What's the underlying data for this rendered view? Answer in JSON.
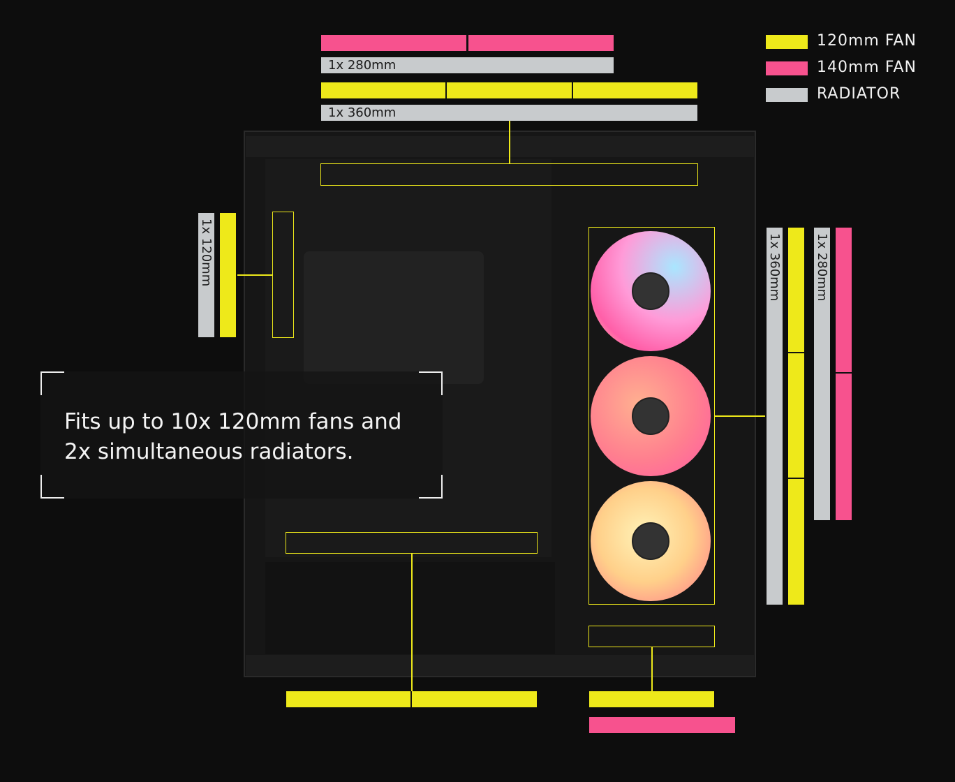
{
  "legend": [
    {
      "label": "120mm FAN",
      "color": "#EEE91A"
    },
    {
      "label": "140mm FAN",
      "color": "#F7528E"
    },
    {
      "label": "RADIATOR",
      "color": "#C8CBCD"
    }
  ],
  "top": {
    "radiator_280": "1x 280mm",
    "radiator_360": "1x 360mm"
  },
  "side_left": {
    "radiator": "1x 120mm"
  },
  "front": {
    "radiator_360": "1x 360mm",
    "radiator_280": "1x 280mm"
  },
  "callout": {
    "line1": "Fits up to 10x 120mm fans and",
    "line2": "2x simultaneous radiators."
  }
}
